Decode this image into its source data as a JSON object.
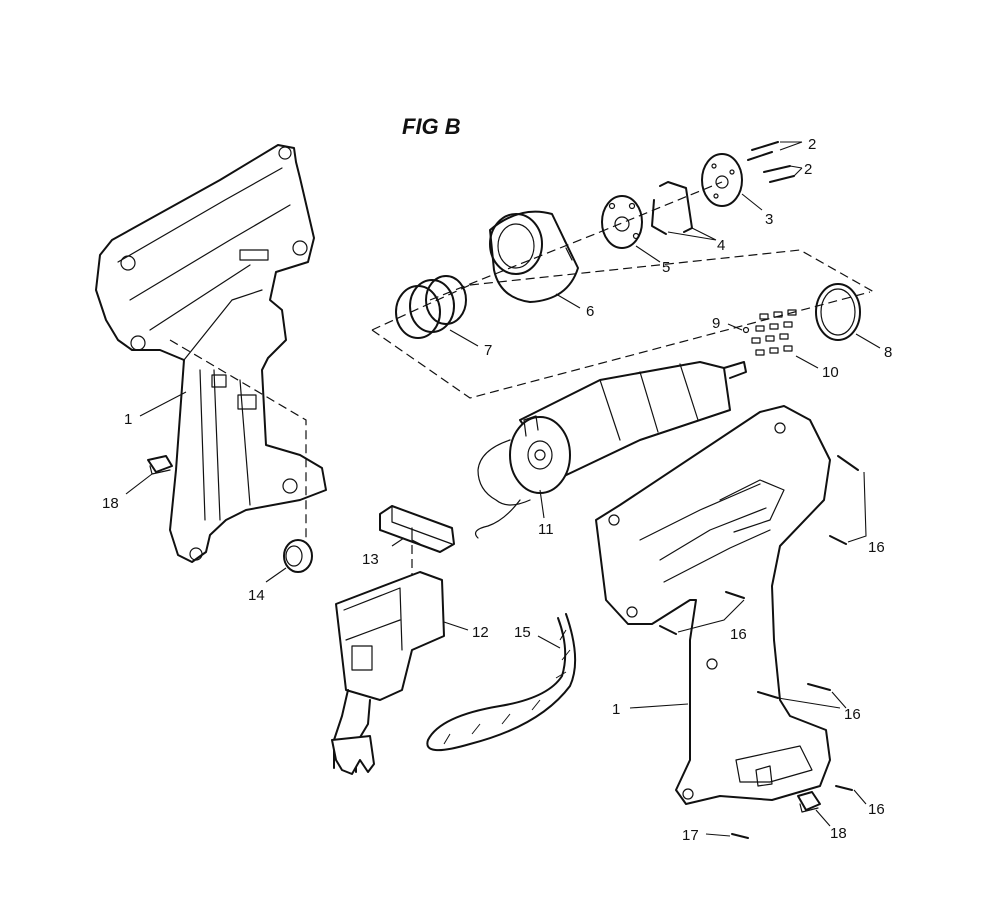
{
  "figure": {
    "title": "FIG B"
  },
  "callouts": [
    {
      "id": "c2a",
      "text": "2"
    },
    {
      "id": "c2b",
      "text": "2"
    },
    {
      "id": "c3",
      "text": "3"
    },
    {
      "id": "c4",
      "text": "4"
    },
    {
      "id": "c5",
      "text": "5"
    },
    {
      "id": "c6",
      "text": "6"
    },
    {
      "id": "c7",
      "text": "7"
    },
    {
      "id": "c8",
      "text": "8"
    },
    {
      "id": "c9",
      "text": "9"
    },
    {
      "id": "c10",
      "text": "10"
    },
    {
      "id": "c11",
      "text": "11"
    },
    {
      "id": "c12",
      "text": "12"
    },
    {
      "id": "c13",
      "text": "13"
    },
    {
      "id": "c14",
      "text": "14"
    },
    {
      "id": "c15",
      "text": "15"
    },
    {
      "id": "c16a",
      "text": "16"
    },
    {
      "id": "c16b",
      "text": "16"
    },
    {
      "id": "c16c",
      "text": "16"
    },
    {
      "id": "c16d",
      "text": "16"
    },
    {
      "id": "c17",
      "text": "17"
    },
    {
      "id": "c18a",
      "text": "18"
    },
    {
      "id": "c18b",
      "text": "18"
    },
    {
      "id": "c1a",
      "text": "1"
    },
    {
      "id": "c1b",
      "text": "1"
    }
  ]
}
